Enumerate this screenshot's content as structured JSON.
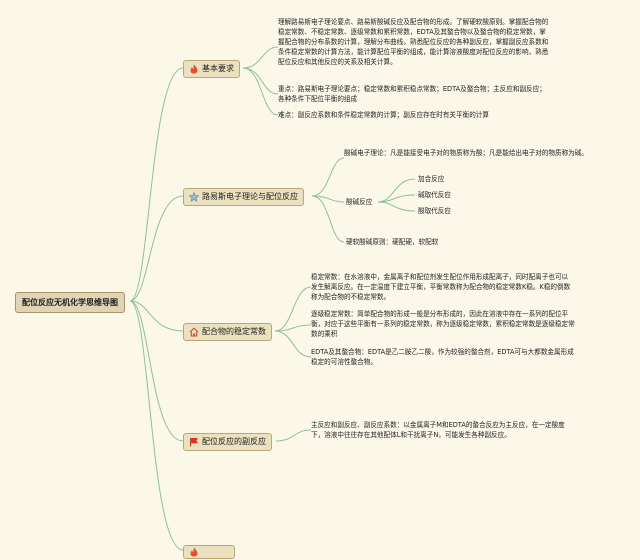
{
  "root": {
    "title": "配位反应无机化学思维导图"
  },
  "branches": [
    {
      "label": "基本要求",
      "icon": "flame-icon",
      "paragraphs": [
        "理解路易斯电子理论要点、路易斯酸碱反应及配合物的形成。了解硬软酸原则。掌握配合物的稳定常数、不稳定常数、逐级常数和累积常数，EDTA及其螯合物以及螯合物的稳定常数，掌握配合物的分布系数的计算，理解分布曲线，熟悉配位反应的各种副反应，掌握副反应系数和条件稳定常数的计算方法，能计算配位平衡的组成，能计算溶液酸度对配位反应的影响，熟悉配位反应和其他反应的关系及相关计算。",
        "重点：路易斯电子理论要点；稳定常数和累积稳点常数；EDTA及螯合物；主反应和副反应；各种条件下配位平衡的组成",
        "难点：副反应系数和条件稳定常数的计算；副反应存在时有关平衡的计算"
      ]
    },
    {
      "label": "路易斯电子理论与配位反应",
      "icon": "star-icon",
      "items": [
        {
          "text": "酸碱电子理论：凡是能接受电子对的物质称为酸；凡是能给出电子对的物质称为碱。"
        },
        {
          "text": "酸碱反应",
          "children": [
            "加合反应",
            "碱取代反应",
            "酸取代反应"
          ]
        },
        {
          "text": "硬软酸碱原则：硬配硬，软配软"
        }
      ]
    },
    {
      "label": "配合物的稳定常数",
      "icon": "home-icon",
      "paragraphs": [
        "稳定常数：在水溶液中，金属离子和配位剂发生配位作用形成配离子，同时配离子也可以发生解离反应。在一定温度下建立平衡，平衡常数称为配合物的稳定常数K稳。K稳的倒数称为配合物的不稳定常数。",
        "逐级稳定常数：简单配合物的形成一般是分布形成的，因此在溶液中存在一系列的配位平衡，对应于这些平衡有一系列的稳定常数，称为逐级稳定常数，累积稳定常数是逐级稳定常数的乘积",
        "EDTA及其螯合物：EDTA是乙二胺乙二酸，作为较强的螯合剂，EDTA可与大都数金属形成稳定的可溶性螯合物。"
      ]
    },
    {
      "label": "配位反应的副反应",
      "icon": "flag-icon",
      "paragraphs": [
        "主反应和副反应、副反应系数：以金属离子M和EDTA的螯合反应为主反应，在一定酸度下，溶液中往往存在其他配体L和干扰离子N，可能发生各种副反应。"
      ]
    },
    {
      "label": "",
      "icon": "flame-icon"
    }
  ],
  "colors": {
    "line": "#8fbf9c",
    "node_bg": "#ece1bf",
    "background": "#fbf8ea"
  }
}
